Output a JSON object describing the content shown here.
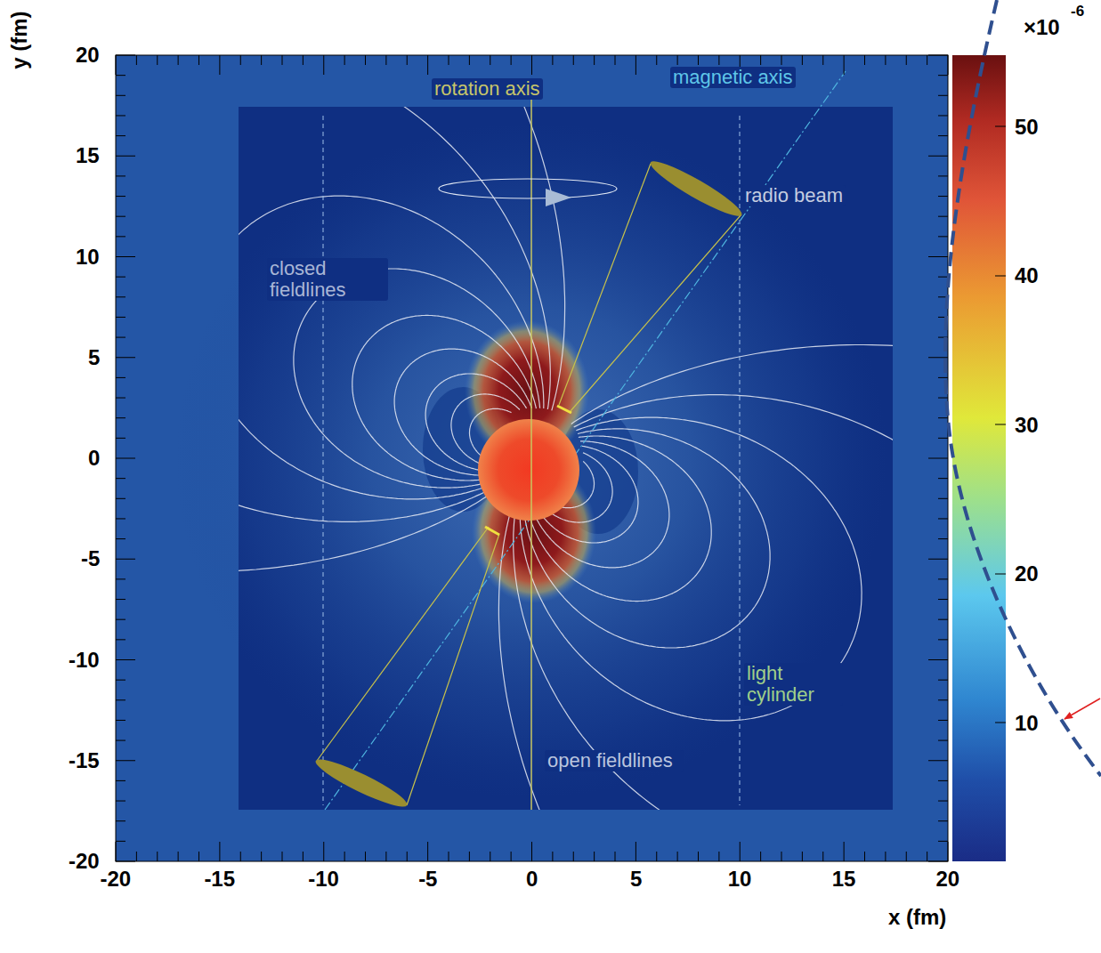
{
  "diagram": {
    "labels": [
      "y (fm)",
      "20",
      "15",
      "10",
      "5",
      "0",
      "-5",
      "-10",
      "-15",
      "-20",
      "-20",
      "-15",
      "-10",
      "-5",
      "0",
      "5",
      "10",
      "15",
      "20",
      "x (fm)",
      "×10",
      "-6",
      "50",
      "40",
      "30",
      "20",
      "10",
      "rotation axis",
      "magnetic axis",
      "radio beam",
      "closed fieldlines",
      "light cylinder",
      "open fieldlines"
    ]
  }
}
